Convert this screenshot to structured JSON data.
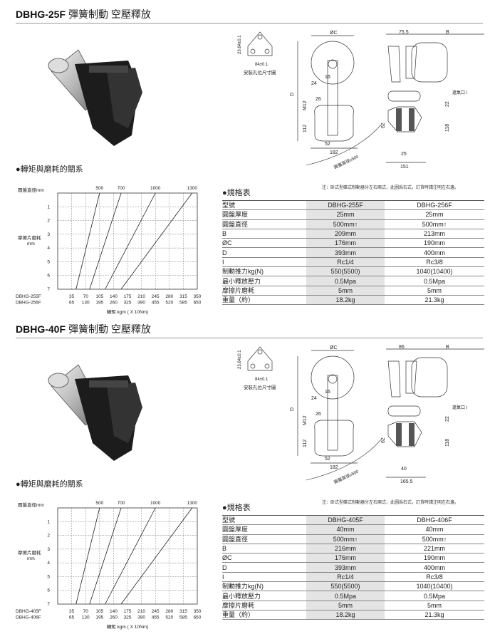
{
  "sections": [
    {
      "title_model": "DBHG-25F",
      "title_desc": "彈簧制動 空壓釋放",
      "chart_heading": "●轉矩與磨耗的關系",
      "spec_heading": "●規格表",
      "note": "注：卧式型碟式制動器分左右兩式，此圖爲右式，訂貨時請注明左右邊。",
      "drawing": {
        "mount_h": "23.64±0.1",
        "mount_w": "84±0.1",
        "mount_caption": "安裝孔位尺寸圖",
        "front": {
          "c": "ØC",
          "d": "D",
          "m12": "M12",
          "d16": "16",
          "d24": "24",
          "d26": "26",
          "d112": "112",
          "d52": "52",
          "d182": "182",
          "disc": "圓盤直徑≥500"
        },
        "side": {
          "a": "75.5",
          "b": "B",
          "inlet": "進氣口 I",
          "d22": "22",
          "d62": "62",
          "d118": "118",
          "gap": "25",
          "width": "151"
        }
      },
      "spec": {
        "rows": [
          [
            "型號",
            "DBHG-255F",
            "DBHG-256F"
          ],
          [
            "圓盤厚度",
            "25mm",
            "25mm"
          ],
          [
            "圓盤直徑",
            "500mm↑",
            "500mm↑"
          ],
          [
            "B",
            "209mm",
            "213mm"
          ],
          [
            "ØC",
            "176mm",
            "190mm"
          ],
          [
            "D",
            "393mm",
            "400mm"
          ],
          [
            "I",
            "Rc1/4",
            "Rc3/8"
          ],
          [
            "制動推力kg(N)",
            "550(5500)",
            "1040(10400)"
          ],
          [
            "最小釋放壓力",
            "0.5Mpa",
            "0.5Mpa"
          ],
          [
            "摩擦片磨耗",
            "5mm",
            "5mm"
          ],
          [
            "重量（約）",
            "18.2kg",
            "21.3kg"
          ]
        ]
      }
    },
    {
      "title_model": "DBHG-40F",
      "title_desc": "彈簧制動 空壓釋放",
      "chart_heading": "●轉矩與磨耗的關系",
      "spec_heading": "●規格表",
      "note": "注：卧式型碟式制動器分左右兩式，此圖爲右式，訂貨時請注明左右邊。",
      "drawing": {
        "mount_h": "23.64±0.1",
        "mount_w": "84±0.1",
        "mount_caption": "安裝孔位尺寸圖",
        "front": {
          "c": "ØC",
          "d": "D",
          "m12": "M12",
          "d16": "16",
          "d24": "24",
          "d26": "26",
          "d112": "112",
          "d52": "52",
          "d182": "182",
          "disc": "圓盤直徑≥500"
        },
        "side": {
          "a": "86",
          "b": "B",
          "inlet": "進氣口 I",
          "d22": "22",
          "d62": "62",
          "d118": "118",
          "gap": "40",
          "width": "165.5"
        }
      },
      "spec": {
        "rows": [
          [
            "型號",
            "DBHG-405F",
            "DBHG-406F"
          ],
          [
            "圓盤厚度",
            "40mm",
            "40mm"
          ],
          [
            "圓盤直徑",
            "500mm↑",
            "500mm↑"
          ],
          [
            "B",
            "216mm",
            "221mm"
          ],
          [
            "ØC",
            "176mm",
            "190mm"
          ],
          [
            "D",
            "393mm",
            "400mm"
          ],
          [
            "I",
            "Rc1/4",
            "Rc3/8"
          ],
          [
            "制動推力kg(N)",
            "550(5500)",
            "1040(10400)"
          ],
          [
            "最小釋放壓力",
            "0.5Mpa",
            "0.5Mpa"
          ],
          [
            "摩擦片磨耗",
            "5mm",
            "5mm"
          ],
          [
            "重量（約）",
            "18.2kg",
            "21.3kg"
          ]
        ]
      }
    }
  ],
  "chart_data": [
    {
      "type": "line",
      "title": "轉矩與磨耗的關系",
      "top_label": "圓盤直徑mm",
      "ylabel": "摩擦片磨耗",
      "ylabel_unit": "mm",
      "xlabel": "轉矩  kgm ( X 10Nm)",
      "xlim": [
        0,
        350
      ],
      "ylim": [
        0,
        7
      ],
      "y_ticks": [
        "1",
        "2",
        "3",
        "4",
        "5",
        "6",
        "7"
      ],
      "grid": true,
      "x_tick_rows": [
        {
          "name": "DBHG-255F",
          "values": [
            "35",
            "70",
            "105",
            "140",
            "175",
            "210",
            "245",
            "280",
            "315",
            "350"
          ]
        },
        {
          "name": "DBHG-256F",
          "values": [
            "65",
            "130",
            "195",
            "260",
            "325",
            "390",
            "455",
            "520",
            "585",
            "650"
          ]
        }
      ],
      "series": [
        {
          "name": "500",
          "x": [
            105,
            46
          ],
          "y": [
            0,
            7
          ]
        },
        {
          "name": "700",
          "x": [
            159,
            80
          ],
          "y": [
            0,
            7
          ]
        },
        {
          "name": "1000",
          "x": [
            245,
            119
          ],
          "y": [
            0,
            7
          ]
        },
        {
          "name": "1300",
          "x": [
            337,
            159
          ],
          "y": [
            0,
            7
          ]
        }
      ]
    },
    {
      "type": "line",
      "title": "轉矩與磨耗的關系",
      "top_label": "圓盤直徑mm",
      "ylabel": "摩擦片磨耗",
      "ylabel_unit": "mm",
      "xlabel": "轉矩  kgm ( X 10Nm)",
      "xlim": [
        0,
        350
      ],
      "ylim": [
        0,
        7
      ],
      "y_ticks": [
        "1",
        "2",
        "3",
        "4",
        "5",
        "6",
        "7"
      ],
      "grid": true,
      "x_tick_rows": [
        {
          "name": "DBHG-405F",
          "values": [
            "35",
            "70",
            "105",
            "140",
            "175",
            "210",
            "245",
            "280",
            "315",
            "350"
          ]
        },
        {
          "name": "DBHG-406F",
          "values": [
            "65",
            "130",
            "195",
            "260",
            "325",
            "390",
            "455",
            "520",
            "585",
            "650"
          ]
        }
      ],
      "series": [
        {
          "name": "500",
          "x": [
            105,
            46
          ],
          "y": [
            0,
            7
          ]
        },
        {
          "name": "700",
          "x": [
            159,
            80
          ],
          "y": [
            0,
            7
          ]
        },
        {
          "name": "1000",
          "x": [
            245,
            119
          ],
          "y": [
            0,
            7
          ]
        },
        {
          "name": "1300",
          "x": [
            337,
            159
          ],
          "y": [
            0,
            7
          ]
        }
      ]
    }
  ]
}
